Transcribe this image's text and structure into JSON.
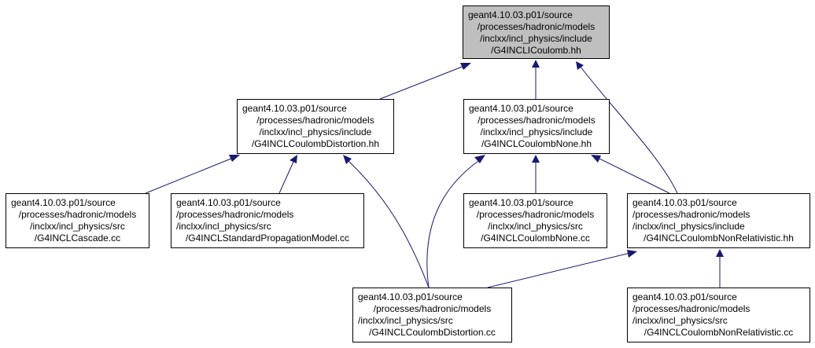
{
  "colors": {
    "edge": "#191970",
    "node_border": "#000000",
    "root_fill": "#bfbfbf",
    "node_fill": "#ffffff"
  },
  "nodes": {
    "root": {
      "lines": [
        "geant4.10.03.p01/source",
        "/processes/hadronic/models",
        "/inclxx/incl_physics/include",
        "/G4INCLICoulomb.hh"
      ]
    },
    "coulomb_distortion_hh": {
      "lines": [
        "geant4.10.03.p01/source",
        "/processes/hadronic/models",
        "/inclxx/incl_physics/include",
        "/G4INCLCoulombDistortion.hh"
      ]
    },
    "coulomb_none_hh": {
      "lines": [
        "geant4.10.03.p01/source",
        "/processes/hadronic/models",
        "/inclxx/incl_physics/include",
        "/G4INCLCoulombNone.hh"
      ]
    },
    "cascade_cc": {
      "lines": [
        "geant4.10.03.p01/source",
        "/processes/hadronic/models",
        "/inclxx/incl_physics/src",
        "/G4INCLCascade.cc"
      ]
    },
    "standard_propagation_cc": {
      "lines": [
        "geant4.10.03.p01/source",
        "/processes/hadronic/models",
        "/inclxx/incl_physics/src",
        "/G4INCLStandardPropagationModel.cc"
      ]
    },
    "coulomb_none_cc": {
      "lines": [
        "geant4.10.03.p01/source",
        "/processes/hadronic/models",
        "/inclxx/incl_physics/src",
        "/G4INCLCoulombNone.cc"
      ]
    },
    "coulomb_nonrel_hh": {
      "lines": [
        "geant4.10.03.p01/source",
        "/processes/hadronic/models",
        "/inclxx/incl_physics/include",
        "/G4INCLCoulombNonRelativistic.hh"
      ]
    },
    "coulomb_distortion_cc": {
      "lines": [
        "geant4.10.03.p01/source",
        "/processes/hadronic/models",
        "/inclxx/incl_physics/src",
        "/G4INCLCoulombDistortion.cc"
      ]
    },
    "coulomb_nonrel_cc": {
      "lines": [
        "geant4.10.03.p01/source",
        "/processes/hadronic/models",
        "/inclxx/incl_physics/src",
        "/G4INCLCoulombNonRelativistic.cc"
      ]
    }
  },
  "edges": [
    {
      "from": "coulomb_distortion_hh",
      "to": "root"
    },
    {
      "from": "coulomb_none_hh",
      "to": "root"
    },
    {
      "from": "coulomb_nonrel_hh",
      "to": "root"
    },
    {
      "from": "cascade_cc",
      "to": "coulomb_distortion_hh"
    },
    {
      "from": "standard_propagation_cc",
      "to": "coulomb_distortion_hh"
    },
    {
      "from": "coulomb_distortion_cc",
      "to": "coulomb_distortion_hh"
    },
    {
      "from": "coulomb_distortion_cc",
      "to": "coulomb_none_hh"
    },
    {
      "from": "coulomb_none_cc",
      "to": "coulomb_none_hh"
    },
    {
      "from": "coulomb_nonrel_hh",
      "to": "coulomb_none_hh"
    },
    {
      "from": "coulomb_distortion_cc",
      "to": "coulomb_nonrel_hh"
    },
    {
      "from": "coulomb_nonrel_cc",
      "to": "coulomb_nonrel_hh"
    }
  ]
}
